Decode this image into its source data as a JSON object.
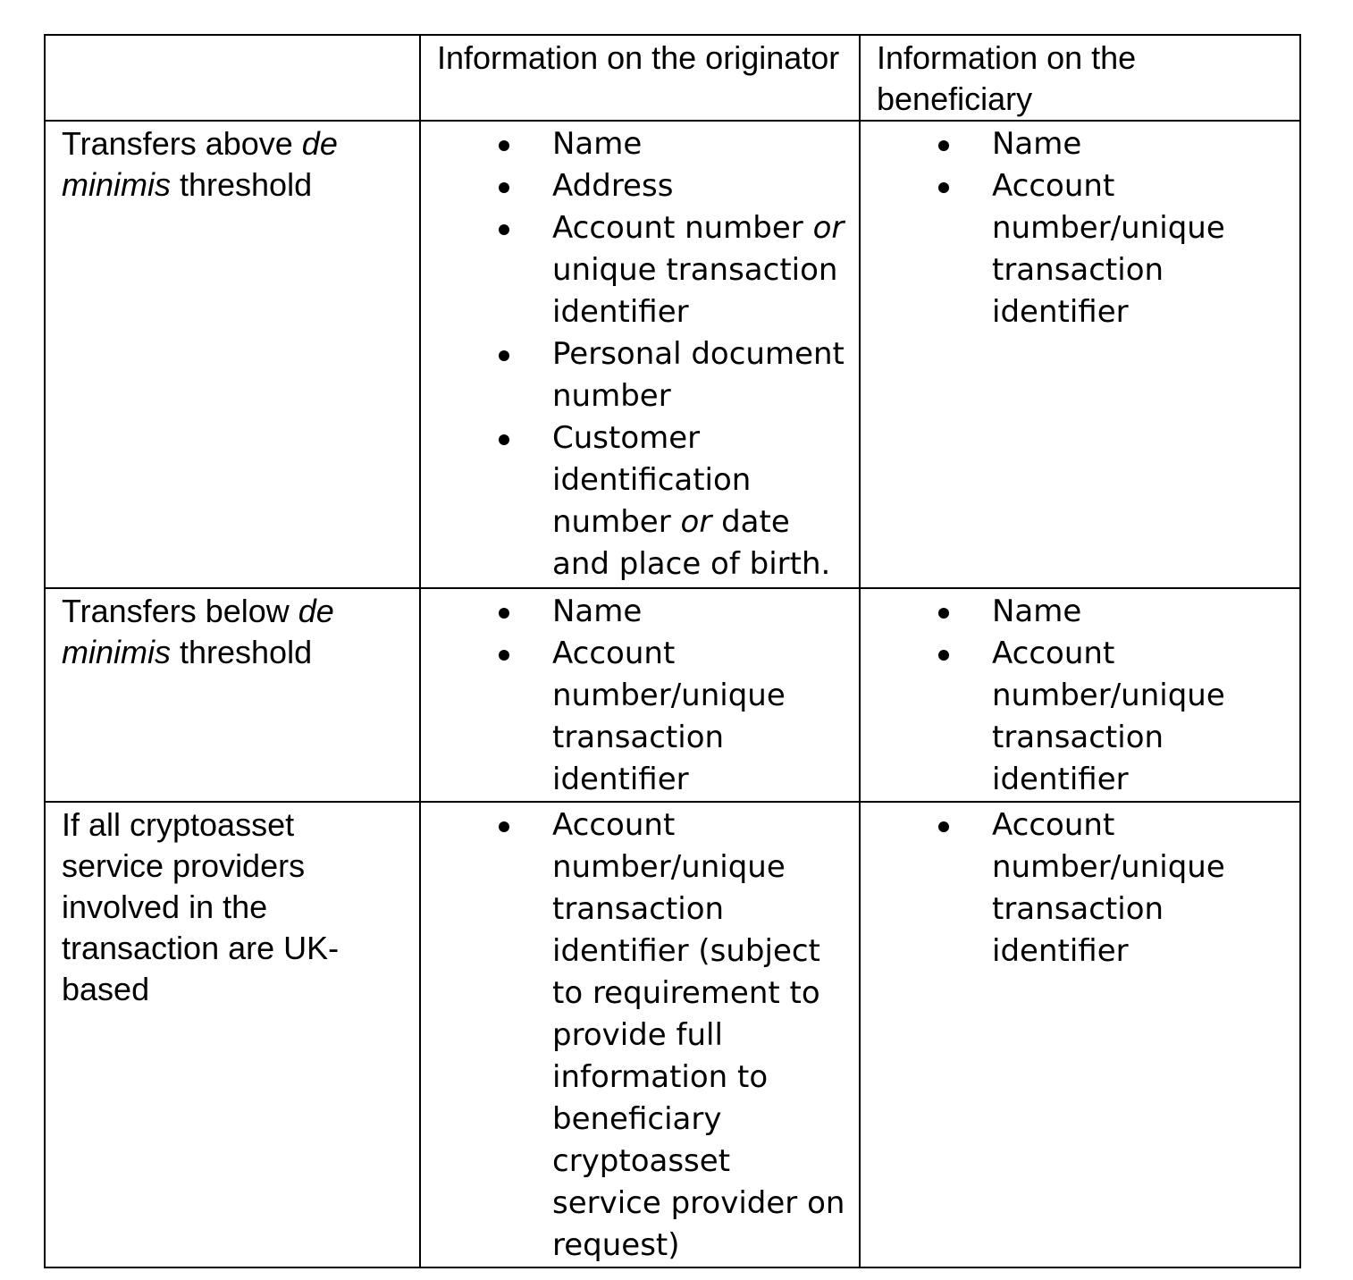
{
  "header": {
    "col1": "",
    "col2": "Information on the originator",
    "col3": "Information on the beneficiary"
  },
  "rows": [
    {
      "label_pre": "Transfers above ",
      "label_em": "de minimis",
      "label_post": " threshold",
      "originator": [
        {
          "pre": "Name",
          "em": "",
          "post": ""
        },
        {
          "pre": "Address",
          "em": "",
          "post": ""
        },
        {
          "pre": "Account number ",
          "em": "or",
          "post": " unique transaction identifier"
        },
        {
          "pre": "Personal document number",
          "em": "",
          "post": ""
        },
        {
          "pre": "Customer identification number ",
          "em": "or",
          "post": " date and place of birth."
        }
      ],
      "beneficiary": [
        {
          "pre": "Name",
          "em": "",
          "post": ""
        },
        {
          "pre": "Account number/unique transaction identifier",
          "em": "",
          "post": ""
        }
      ]
    },
    {
      "label_pre": "Transfers below ",
      "label_em": "de minimis",
      "label_post": " threshold",
      "originator": [
        {
          "pre": "Name",
          "em": "",
          "post": ""
        },
        {
          "pre": "Account number/unique transaction identifier",
          "em": "",
          "post": ""
        }
      ],
      "beneficiary": [
        {
          "pre": "Name",
          "em": "",
          "post": ""
        },
        {
          "pre": "Account number/unique transaction identifier",
          "em": "",
          "post": ""
        }
      ]
    },
    {
      "label_pre": "If all cryptoasset service providers involved in the transaction are UK-based",
      "label_em": "",
      "label_post": "",
      "originator": [
        {
          "pre": "Account number/unique transaction identifier (subject to requirement to provide full information to beneficiary cryptoasset service provider on request)",
          "em": "",
          "post": ""
        }
      ],
      "beneficiary": [
        {
          "pre": "Account number/unique transaction identifier",
          "em": "",
          "post": ""
        }
      ]
    }
  ]
}
